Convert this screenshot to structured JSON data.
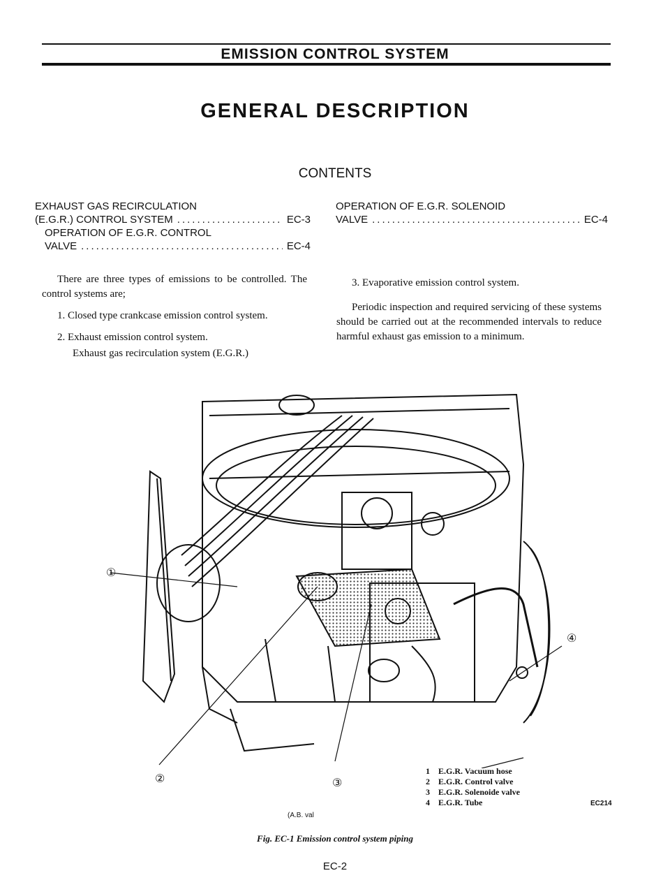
{
  "header": {
    "title": "EMISSION CONTROL SYSTEM"
  },
  "section": {
    "title": "GENERAL DESCRIPTION"
  },
  "contents": {
    "title": "CONTENTS",
    "left": [
      {
        "line1": "EXHAUST GAS RECIRCULATION",
        "line2": "(E.G.R.) CONTROL SYSTEM",
        "page": "EC-3"
      },
      {
        "line1": "OPERATION OF E.G.R. CONTROL",
        "line2": "VALVE",
        "page": "EC-4"
      }
    ],
    "right": [
      {
        "line1": "OPERATION OF E.G.R. SOLENOID",
        "line2": "VALVE",
        "page": "EC-4"
      }
    ]
  },
  "body": {
    "intro": "There are three types of emissions to be controlled. The control systems are;",
    "item1": "1. Closed type crankcase emission control system.",
    "item2": "2. Exhaust emission control system.",
    "item2_sub": "Exhaust gas recirculation system (E.G.R.)",
    "item3": "3. Evaporative emission control system.",
    "paragraph": "Periodic inspection and required servicing of these systems should be carried out at the recommended intervals to reduce harmful exhaust gas emission to a minimum."
  },
  "figure": {
    "callouts": [
      "①",
      "②",
      "③",
      "④"
    ],
    "legend": [
      {
        "num": "1",
        "label": "E.G.R. Vacuum hose"
      },
      {
        "num": "2",
        "label": "E.G.R. Control valve"
      },
      {
        "num": "3",
        "label": "E.G.R. Solenoide valve"
      },
      {
        "num": "4",
        "label": "E.G.R. Tube"
      }
    ],
    "code": "EC214",
    "credit": "(A.B. val",
    "caption": "Fig. EC-1 Emission control system piping"
  },
  "page": {
    "number": "EC-2"
  }
}
